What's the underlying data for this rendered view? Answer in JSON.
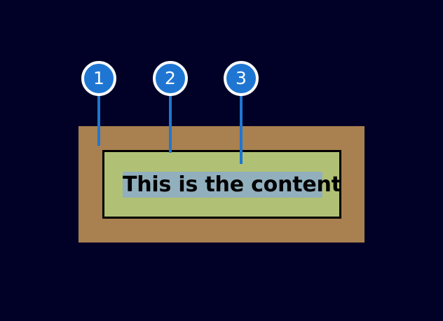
{
  "diagram": {
    "background_color": "#010027",
    "outer_box": {
      "name": "outer-container",
      "color": "#a9804f"
    },
    "inner_box": {
      "name": "inner-container",
      "color": "#b0c175",
      "border_color": "#000000"
    },
    "content": {
      "text": "This is the content",
      "highlight_color": "#92afbd",
      "text_color": "#000000"
    },
    "callouts": [
      {
        "number": "1",
        "target": "outer-box-padding",
        "circle_color": "#1f76d2",
        "ring_color": "#ffffff",
        "line_color": "#1f76d2"
      },
      {
        "number": "2",
        "target": "inner-box-border",
        "circle_color": "#1f76d2",
        "ring_color": "#ffffff",
        "line_color": "#1f76d2"
      },
      {
        "number": "3",
        "target": "content-area",
        "circle_color": "#1f76d2",
        "ring_color": "#ffffff",
        "line_color": "#1f76d2"
      }
    ]
  }
}
